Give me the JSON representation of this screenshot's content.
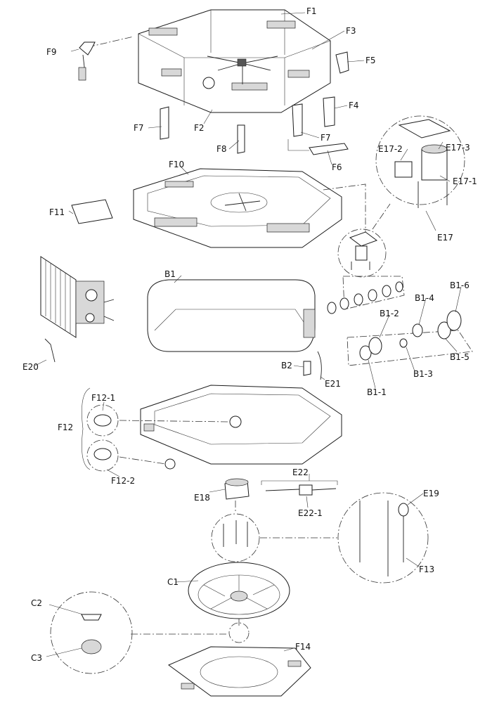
{
  "labels": {
    "F1": "F1",
    "F2": "F2",
    "F3": "F3",
    "F4": "F4",
    "F5": "F5",
    "F6": "F6",
    "F7a": "F7",
    "F7b": "F7",
    "F8": "F8",
    "F9": "F9",
    "F10": "F10",
    "F11": "F11",
    "F12": "F12",
    "F12_1": "F12-1",
    "F12_2": "F12-2",
    "F13": "F13",
    "F14": "F14",
    "E17": "E17",
    "E17_1": "E17-1",
    "E17_2": "E17-2",
    "E17_3": "E17-3",
    "E18": "E18",
    "E19": "E19",
    "E20": "E20",
    "E21": "E21",
    "E22": "E22",
    "E22_1": "E22-1",
    "B1": "B1",
    "B1_1": "B1-1",
    "B1_2": "B1-2",
    "B1_3": "B1-3",
    "B1_4": "B1-4",
    "B1_5": "B1-5",
    "B1_6": "B1-6",
    "B2": "B2",
    "C1": "C1",
    "C2": "C2",
    "C3": "C3"
  }
}
